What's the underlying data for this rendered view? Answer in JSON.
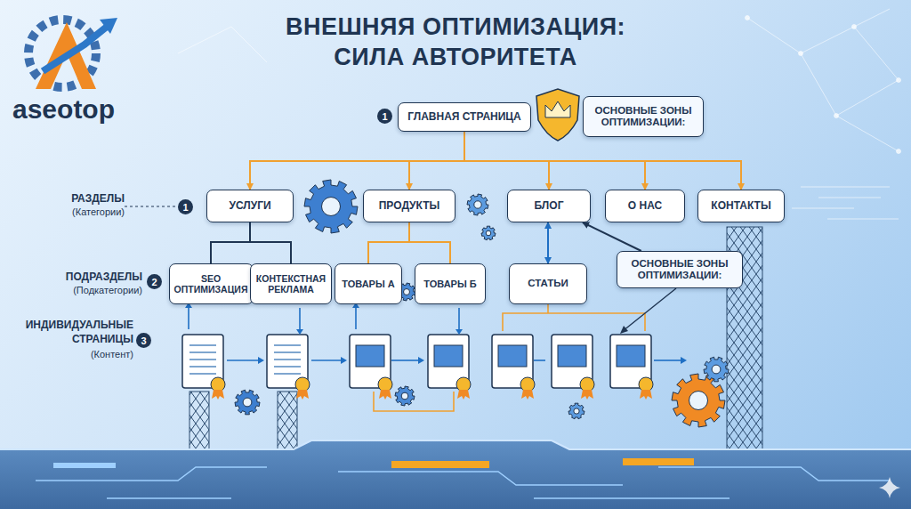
{
  "diagram": {
    "title": "ВНЕШНЯЯ ОПТИМИЗАЦИЯ: СИЛА АВТОРИТЕТА",
    "nodes": [
      {
        "text": [
          "ГЛАВНАЯ СТРАНИЦА"
        ]
      },
      {
        "text": [
          "ОСНОВНЫЕ ЗОНЫ ОПТИМИЗАЦИИ:"
        ]
      },
      {
        "text": [
          "УСЛУГИ"
        ]
      },
      {
        "text": [
          "ПРОДУКТЫ"
        ]
      },
      {
        "text": [
          "БЛОГ"
        ]
      },
      {
        "text": [
          "О НАС"
        ]
      },
      {
        "text": [
          "КОНТАКТЫ"
        ]
      },
      {
        "text": [
          "SEO ОПТИМИЗАЦИЯ"
        ]
      },
      {
        "text": [
          "КОНТЕКСТНАЯ РЕКЛАМА"
        ]
      },
      {
        "text": [
          "ТОВАРЫ А"
        ]
      },
      {
        "text": [
          "ТОВАРЫ Б"
        ]
      },
      {
        "text": [
          "СТАТЬИ"
        ]
      },
      {
        "text": [
          "ОСНОВНЫЕ ЗОНЫ ОПТИМИЗАЦИИ:"
        ]
      }
    ],
    "edges": [
      {
        "from": 0,
        "to": 2,
        "arrow": "to"
      },
      {
        "from": 0,
        "to": 3,
        "arrow": "to"
      },
      {
        "from": 0,
        "to": 4,
        "arrow": "to"
      },
      {
        "from": 0,
        "to": 5,
        "arrow": "to"
      },
      {
        "from": 0,
        "to": 6,
        "arrow": "to"
      },
      {
        "from": 2,
        "to": 7,
        "arrow": "none"
      },
      {
        "from": 2,
        "to": 8,
        "arrow": "none"
      },
      {
        "from": 3,
        "to": 9,
        "arrow": "none"
      },
      {
        "from": 3,
        "to": 10,
        "arrow": "none"
      },
      {
        "from": 4,
        "to": 11,
        "arrow": "both"
      },
      {
        "from": 12,
        "to": 4,
        "arrow": "to"
      }
    ],
    "labels": [
      "aseotop",
      "1",
      "РАЗДЕЛЫ",
      "(Категории)",
      "1",
      "ПОДРАЗДЕЛЫ",
      "(Подкатегории)",
      "2",
      "ИНДИВИДУАЛЬНЫЕ СТРАНИЦЫ",
      "(Контент)",
      "3"
    ]
  }
}
